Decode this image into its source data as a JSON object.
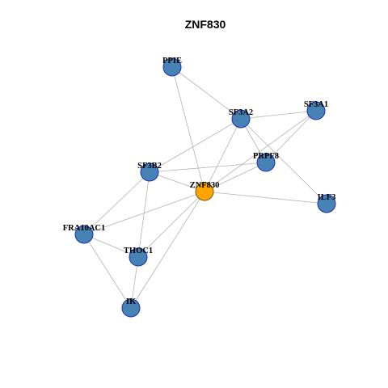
{
  "title": "ZNF830",
  "colors": {
    "background": "#ffffff",
    "edge": "#b4b4b4",
    "node_fill": "#4682b4",
    "node_border": "#1f2fb4",
    "center_fill": "#ffa500",
    "center_border": "#6b5a1a",
    "label": "#000000"
  },
  "nodes": [
    {
      "id": "PPIE",
      "label": "PPIE",
      "center": false
    },
    {
      "id": "SF3A2",
      "label": "SF3A2",
      "center": false
    },
    {
      "id": "SF3A1",
      "label": "SF3A1",
      "center": false
    },
    {
      "id": "PRPF8",
      "label": "PRPF8",
      "center": false
    },
    {
      "id": "SF3B2",
      "label": "SF3B2",
      "center": false
    },
    {
      "id": "ZNF830",
      "label": "ZNF830",
      "center": true
    },
    {
      "id": "ILF3",
      "label": "ILF3",
      "center": false
    },
    {
      "id": "FRA10AC1",
      "label": "FRA10AC1",
      "center": false
    },
    {
      "id": "THOC1",
      "label": "THOC1",
      "center": false
    },
    {
      "id": "IK",
      "label": "IK",
      "center": false
    }
  ],
  "edges": [
    [
      "PPIE",
      "SF3A2"
    ],
    [
      "PPIE",
      "ZNF830"
    ],
    [
      "SF3A2",
      "SF3A1"
    ],
    [
      "SF3A2",
      "PRPF8"
    ],
    [
      "SF3A2",
      "ILF3"
    ],
    [
      "SF3A2",
      "ZNF830"
    ],
    [
      "SF3A2",
      "SF3B2"
    ],
    [
      "SF3A1",
      "PRPF8"
    ],
    [
      "SF3A1",
      "ZNF830"
    ],
    [
      "PRPF8",
      "ZNF830"
    ],
    [
      "PRPF8",
      "SF3B2"
    ],
    [
      "SF3B2",
      "ZNF830"
    ],
    [
      "SF3B2",
      "FRA10AC1"
    ],
    [
      "SF3B2",
      "THOC1"
    ],
    [
      "ZNF830",
      "ILF3"
    ],
    [
      "ZNF830",
      "FRA10AC1"
    ],
    [
      "ZNF830",
      "THOC1"
    ],
    [
      "ZNF830",
      "IK"
    ],
    [
      "FRA10AC1",
      "THOC1"
    ],
    [
      "FRA10AC1",
      "IK"
    ],
    [
      "THOC1",
      "IK"
    ]
  ]
}
